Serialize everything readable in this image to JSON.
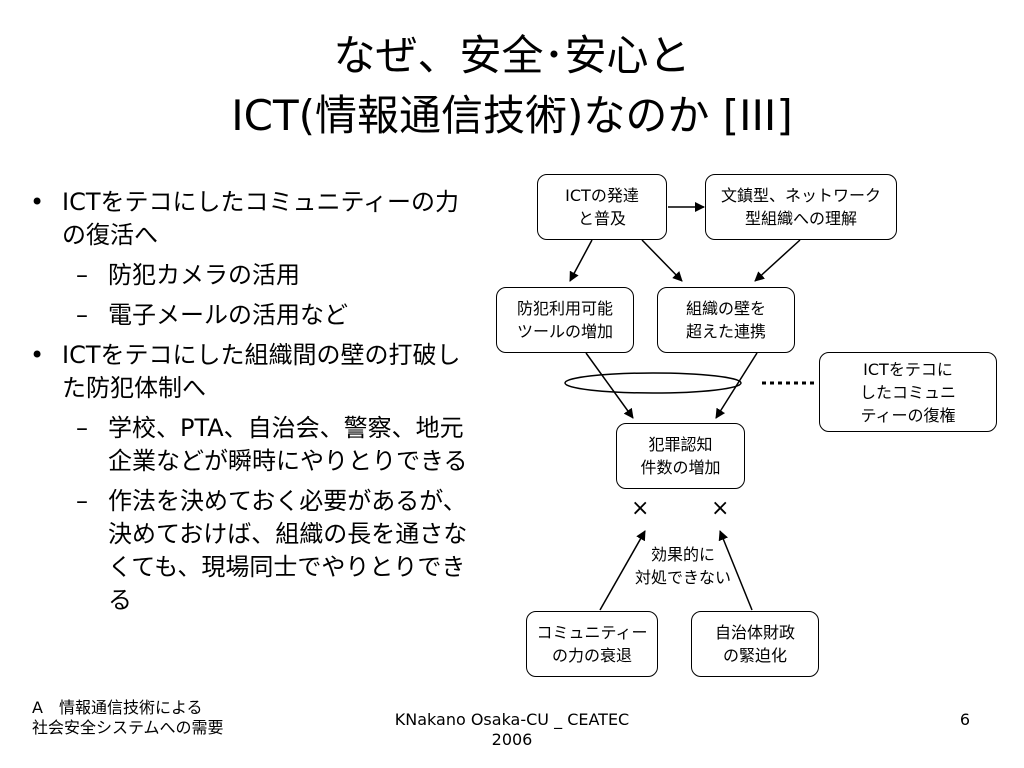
{
  "title": {
    "line1": "なぜ、安全･安心と",
    "line2": "ICT(情報通信技術)なのか [III]"
  },
  "bullets": [
    {
      "level": 1,
      "mark": "•",
      "text": "ICTをテコにしたコミュニティーの力の復活へ"
    },
    {
      "level": 2,
      "mark": "–",
      "text": "防犯カメラの活用"
    },
    {
      "level": 2,
      "mark": "–",
      "text": "電子メールの活用など"
    },
    {
      "level": 1,
      "mark": "•",
      "text": "ICTをテコにした組織間の壁の打破した防犯体制へ"
    },
    {
      "level": 2,
      "mark": "–",
      "text": "学校、PTA、自治会、警察、地元企業などが瞬時にやりとりできる"
    },
    {
      "level": 2,
      "mark": "–",
      "text": "作法を決めておく必要があるが、決めておけば、組織の長を通さなくても、現場同士でやりとりできる"
    }
  ],
  "diagram": {
    "ict_spread": "ICTの発達\nと普及",
    "network_org": "文鎮型、ネットワーク\n型組織への理解",
    "crime_tools": "防犯利用可能\nツールの増加",
    "cross_org": "組織の壁を\n超えた連携",
    "community_restore": "ICTをテコに\nしたコミュニ\nティーの復権",
    "crime_increase": "犯罪認知\n件数の増加",
    "times_mark": "×",
    "ineffective": "効果的に\n対処できない",
    "community_decline": "コミュニティー\nの力の衰退",
    "finance_tight": "自治体財政\nの緊迫化"
  },
  "footer": {
    "left": "A　情報通信技術による\n社会安全システムへの需要",
    "center": "KNakano Osaka-CU _ CEATEC\n2006",
    "page": "6"
  }
}
